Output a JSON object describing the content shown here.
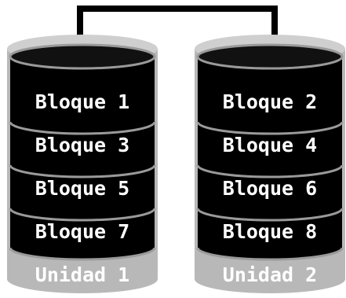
{
  "colors": {
    "drive_outer": "#b8b8b8",
    "drive_outer_top": "#cfcfcf",
    "block_fill": "#000000",
    "block_divider": "#9a9a9a",
    "block_text": "#ffffff",
    "drive_text": "#ffffff",
    "connector": "#000000"
  },
  "drives": [
    {
      "label": "Unidad 1",
      "blocks": [
        "Bloque 1",
        "Bloque 3",
        "Bloque 5",
        "Bloque 7"
      ]
    },
    {
      "label": "Unidad 2",
      "blocks": [
        "Bloque 2",
        "Bloque 4",
        "Bloque 6",
        "Bloque 8"
      ]
    }
  ]
}
